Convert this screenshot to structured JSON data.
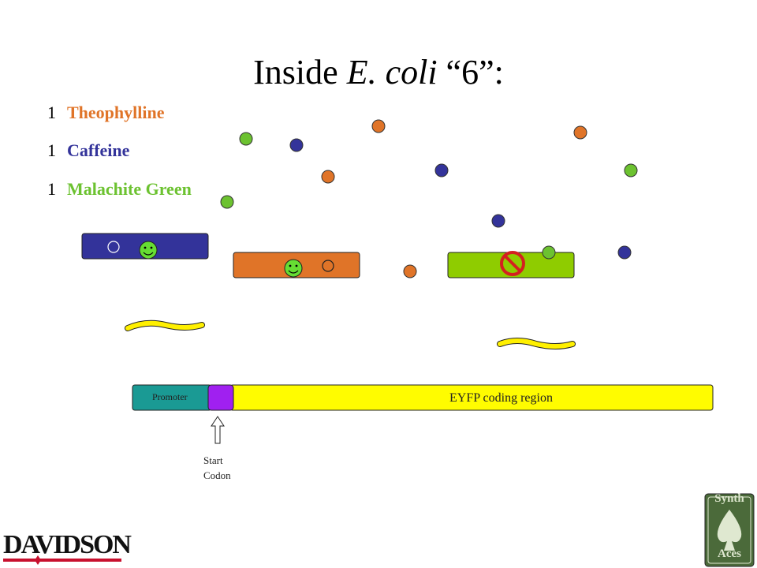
{
  "title": {
    "prefix": "Inside ",
    "organism": "E. coli",
    "suffix": "  “6”:"
  },
  "legend": [
    {
      "count": "1",
      "label": "Theophylline",
      "color": "#e07428"
    },
    {
      "count": "1",
      "label": "Caffeine",
      "color": "#33339a"
    },
    {
      "count": "1",
      "label": "Malachite Green",
      "color": "#6cc230"
    }
  ],
  "construct": {
    "promoter_label": "Promoter",
    "coding_label": "EYFP coding region",
    "start_label_line1": "Start",
    "start_label_line2": "Codon"
  },
  "logos": {
    "left_text": "DAVIDSON",
    "right_line1": "Synth",
    "right_line2": "Aces"
  },
  "colors": {
    "theophylline": "#e07428",
    "caffeine": "#33339a",
    "malachite": "#6cc230",
    "lime_bar": "#8fcc00",
    "promoter": "#1a9a94",
    "start_codon": "#a020f0",
    "coding": "#fffc00",
    "mrna": "#fff000",
    "blocked": "#d42020",
    "smiley": "#66dd33"
  }
}
